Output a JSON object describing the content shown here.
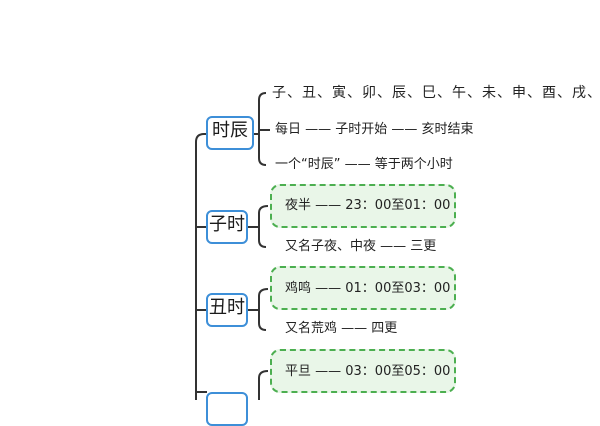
{
  "diagram": {
    "nodes": [
      {
        "label": "时辰",
        "children": [
          "子、丑、寅、卯、辰、巳、午、未、申、酉、戌、亥",
          "每日 —— 子时开始 —— 亥时结束",
          "一个“时辰” —— 等于两个小时"
        ]
      },
      {
        "label": "子时",
        "children": [
          "夜半 —— 23：00至01：00",
          "又名子夜、中夜 —— 三更"
        ]
      },
      {
        "label": "丑时",
        "children": [
          "鸡鸣 —— 01：00至03：00",
          "又名荒鸡 —— 四更"
        ]
      },
      {
        "label": "",
        "children": [
          "平旦 —— 03：00至05：00"
        ]
      }
    ],
    "colors": {
      "node_border": "#3d8fd8",
      "dash_border": "#4caf50",
      "dash_fill": "#e9f6e8",
      "line": "#333333"
    }
  }
}
